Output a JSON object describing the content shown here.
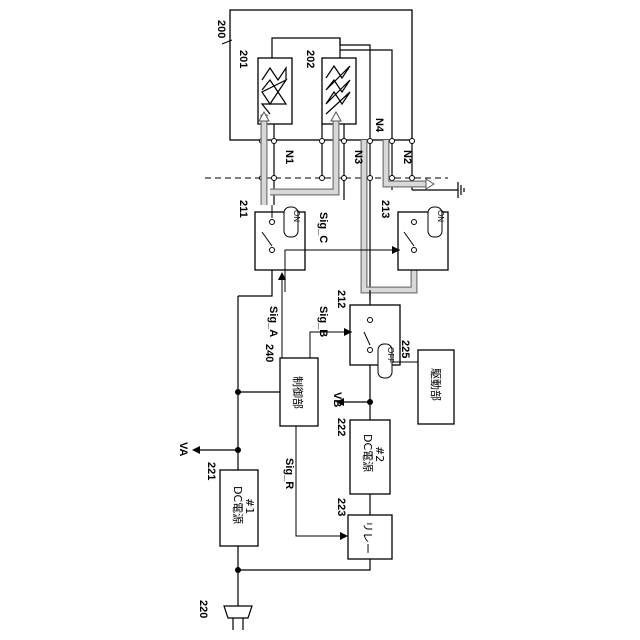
{
  "labels": {
    "ref_200": "200",
    "ref_201": "201",
    "ref_202": "202",
    "ref_211": "211",
    "ref_212": "212",
    "ref_213": "213",
    "ref_220": "220",
    "ref_221": "221",
    "ref_222": "222",
    "ref_223": "223",
    "ref_225": "225",
    "ref_240": "240",
    "node_n1": "N1",
    "node_n2": "N2",
    "node_n3": "N3",
    "node_n4": "N4",
    "sig_a": "Sig_A",
    "sig_b": "Sig_B",
    "sig_c": "Sig_C",
    "sig_r": "Sig_R",
    "va": "VA",
    "vb": "VB"
  },
  "blocks": {
    "dc1_name": "DC電源",
    "dc1_num": "#1",
    "dc2_name": "DC電源",
    "dc2_num": "#2",
    "control": "制御部",
    "drive": "駆動部",
    "relay": "リレー"
  },
  "switch_states": {
    "sw211": "ON",
    "sw212": "OFF",
    "sw213": "ON"
  }
}
